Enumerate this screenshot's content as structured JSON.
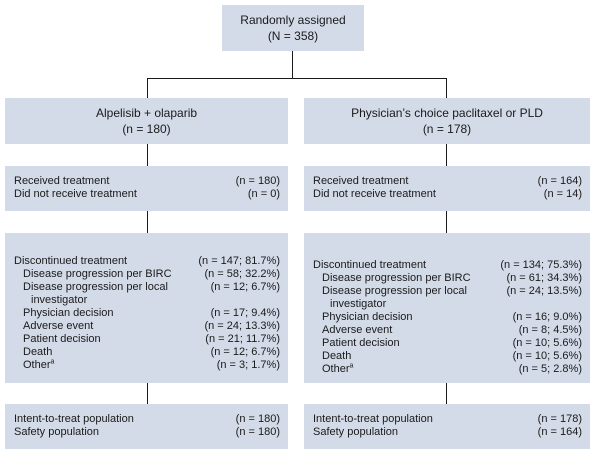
{
  "root": {
    "title": "Randomly assigned",
    "n": "(N = 358)"
  },
  "arms": [
    {
      "name": "Alpelisib + olaparib",
      "n": "(n = 180)",
      "received": {
        "label": "Received treatment",
        "value": "(n = 180)"
      },
      "not_received": {
        "label": "Did not receive treatment",
        "value": "(n = 0)"
      },
      "discontinued": {
        "label": "Discontinued treatment",
        "value": "(n = 147; 81.7%)"
      },
      "reasons": [
        {
          "label": "Disease progression per BIRC",
          "value": "(n = 58; 32.2%)"
        },
        {
          "label": "Disease progression per local",
          "label2": "investigator",
          "value": "(n = 12; 6.7%)"
        },
        {
          "label": "Physician decision",
          "value": "(n = 17; 9.4%)"
        },
        {
          "label": "Adverse event",
          "value": "(n = 24; 13.3%)"
        },
        {
          "label": "Patient decision",
          "value": "(n = 21; 11.7%)"
        },
        {
          "label": "Death",
          "value": "(n = 12; 6.7%)"
        },
        {
          "label": "Other",
          "sup": "a",
          "value": "(n = 3; 1.7%)"
        }
      ],
      "itt": {
        "label": "Intent-to-treat population",
        "value": "(n = 180)"
      },
      "safety": {
        "label": "Safety population",
        "value": "(n = 180)"
      }
    },
    {
      "name": "Physician’s choice paclitaxel or PLD",
      "n": "(n = 178)",
      "received": {
        "label": "Received treatment",
        "value": "(n = 164)"
      },
      "not_received": {
        "label": "Did not receive treatment",
        "value": "(n = 14)"
      },
      "discontinued": {
        "label": "Discontinued treatment",
        "value": "(n = 134; 75.3%)"
      },
      "reasons": [
        {
          "label": "Disease progression per BIRC",
          "value": "(n = 61; 34.3%)"
        },
        {
          "label": "Disease progression per local",
          "label2": "investigator",
          "value": "(n = 24; 13.5%)"
        },
        {
          "label": "Physician decision",
          "value": "(n = 16; 9.0%)"
        },
        {
          "label": "Adverse event",
          "value": "(n = 8; 4.5%)"
        },
        {
          "label": "Patient decision",
          "value": "(n = 10; 5.6%)"
        },
        {
          "label": "Death",
          "value": "(n = 10; 5.6%)"
        },
        {
          "label": "Other",
          "sup": "a",
          "value": "(n = 5; 2.8%)"
        }
      ],
      "itt": {
        "label": "Intent-to-treat population",
        "value": "(n = 178)"
      },
      "safety": {
        "label": "Safety population",
        "value": "(n = 164)"
      }
    }
  ]
}
